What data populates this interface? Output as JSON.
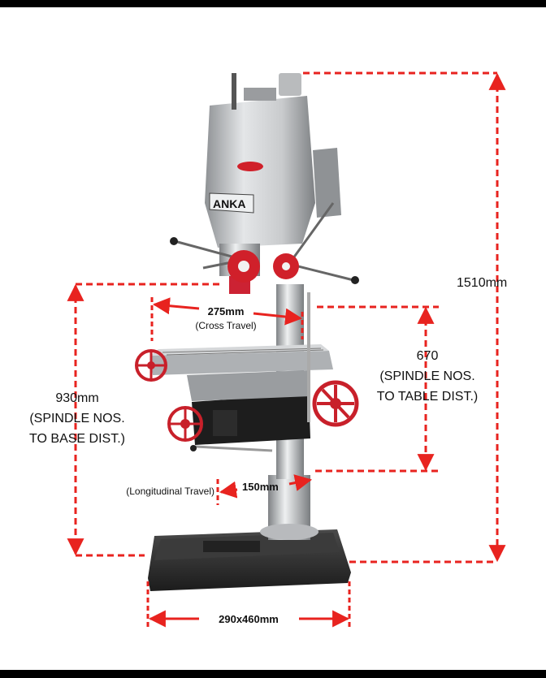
{
  "brand": "ANKA",
  "colors": {
    "dimension": "#e8231f",
    "machine_body": "#c8cacc",
    "accent": "#d0202a",
    "base": "#2a2a2a"
  },
  "dimensions": {
    "overall_height": {
      "value": "1510mm"
    },
    "spindle_to_base": {
      "line1": "930mm",
      "line2": "(SPINDLE NOS.",
      "line3": "TO BASE DIST.)"
    },
    "spindle_to_table": {
      "line1": "670",
      "line2": "(SPINDLE NOS.",
      "line3": "TO TABLE DIST.)"
    },
    "cross_travel": {
      "value": "275mm",
      "caption": "(Cross Travel)"
    },
    "longitudinal_travel": {
      "value": "150mm",
      "caption": "(Longitudinal Travel)"
    },
    "base_size": {
      "value": "290x460mm"
    }
  }
}
